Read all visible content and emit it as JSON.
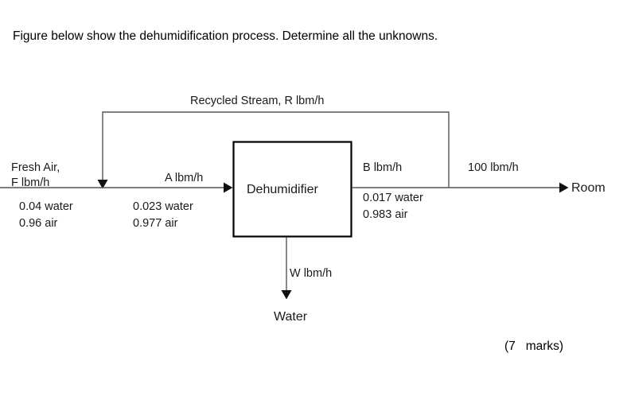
{
  "question": {
    "prompt": "Figure below show the dehumidification process. Determine all the unknowns.",
    "marks": "(7   marks)"
  },
  "diagram": {
    "type": "process-flow-diagram",
    "unit": {
      "label": "Dehumidifier"
    },
    "streams": {
      "fresh_air": {
        "name_line1": "Fresh Air,",
        "name_line2": "F lbm/h",
        "composition_line1": "0.04 water",
        "composition_line2": "0.96 air"
      },
      "mixed_feed": {
        "name": "A lbm/h",
        "composition_line1": "0.023 water",
        "composition_line2": "0.977 air"
      },
      "dehumidified": {
        "name": "B lbm/h",
        "composition_line1": "0.017 water",
        "composition_line2": "0.983 air"
      },
      "recycle": {
        "name": "Recycled Stream, R lbm/h"
      },
      "to_room": {
        "name": "100 lbm/h",
        "destination": "Room"
      },
      "water_out": {
        "name": "W lbm/h",
        "destination": "Water"
      }
    },
    "colors": {
      "line": "#555555",
      "box_stroke": "#000000",
      "text": "#1a1a1a",
      "background": "#ffffff"
    }
  }
}
